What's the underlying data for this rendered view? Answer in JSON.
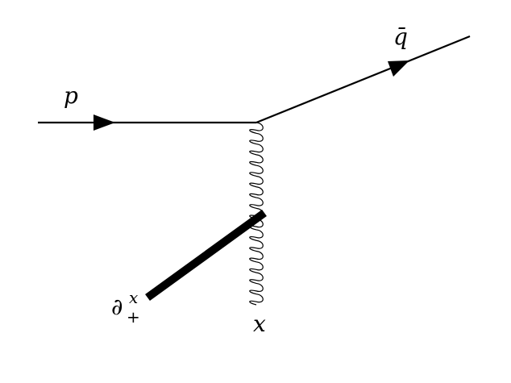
{
  "labels": {
    "incoming": "p",
    "outgoing": "q̄",
    "vertex": "x",
    "operator": "∂",
    "operator_sup": "x",
    "operator_sub": "+"
  },
  "colors": {
    "ink": "#000000",
    "background": "#ffffff"
  }
}
